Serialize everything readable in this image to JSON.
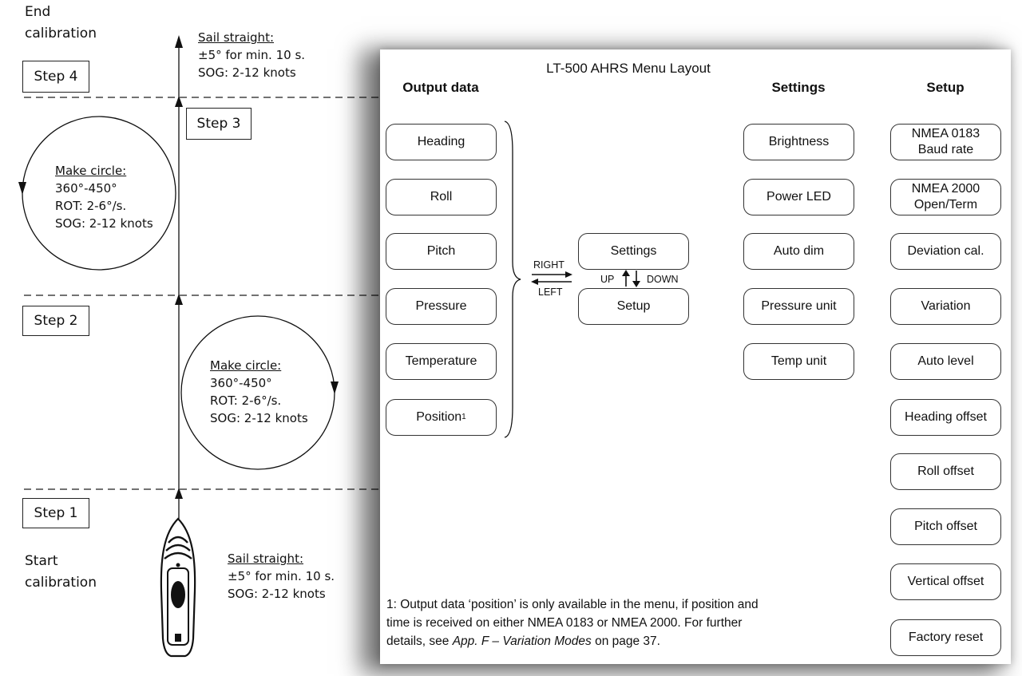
{
  "calibration": {
    "end_label": [
      "End",
      "calibration"
    ],
    "start_label": [
      "Start",
      "calibration"
    ],
    "steps": [
      "Step 1",
      "Step 2",
      "Step 3",
      "Step 4"
    ],
    "sail_straight_top": {
      "title": "Sail straight:",
      "lines": [
        "±5° for min. 10 s.",
        "SOG: 2-12 knots"
      ]
    },
    "sail_straight_bottom": {
      "title": "Sail straight:",
      "lines": [
        "±5° for min. 10 s.",
        "SOG: 2-12 knots"
      ]
    },
    "circle_upper": {
      "title": "Make circle:",
      "lines": [
        "360°-450°",
        "ROT: 2-6°/s.",
        "SOG: 2-12 knots"
      ]
    },
    "circle_lower": {
      "title": "Make circle:",
      "lines": [
        "360°-450°",
        "ROT: 2-6°/s.",
        "SOG: 2-12 knots"
      ]
    }
  },
  "menu": {
    "title": "LT-500 AHRS Menu Layout",
    "output_header": "Output data",
    "settings_header": "Settings",
    "setup_header": "Setup",
    "output_items": [
      "Heading",
      "Roll",
      "Pitch",
      "Pressure",
      "Temperature",
      "Position"
    ],
    "position_sup": "1",
    "center_items": [
      "Settings",
      "Setup"
    ],
    "nav": {
      "right": "RIGHT",
      "left": "LEFT",
      "up": "UP",
      "down": "DOWN"
    },
    "settings_items": [
      "Brightness",
      "Power LED",
      "Auto dim",
      "Pressure unit",
      "Temp unit"
    ],
    "setup_items": [
      [
        "NMEA 0183",
        "Baud rate"
      ],
      [
        "NMEA 2000",
        "Open/Term"
      ],
      [
        "Deviation cal."
      ],
      [
        "Variation"
      ],
      [
        "Auto level"
      ],
      [
        "Heading offset"
      ],
      [
        "Roll offset"
      ],
      [
        "Pitch offset"
      ],
      [
        "Vertical offset"
      ],
      [
        "Factory reset"
      ]
    ],
    "footnote": {
      "line1": "1: Output data ‘position’ is only available in the menu, if position and",
      "line2": "time is received on either NMEA 0183 or NMEA 2000. For further",
      "line3_pre": "details, see ",
      "line3_italic": "App. F – Variation Modes",
      "line3_post": " on page 37."
    }
  }
}
